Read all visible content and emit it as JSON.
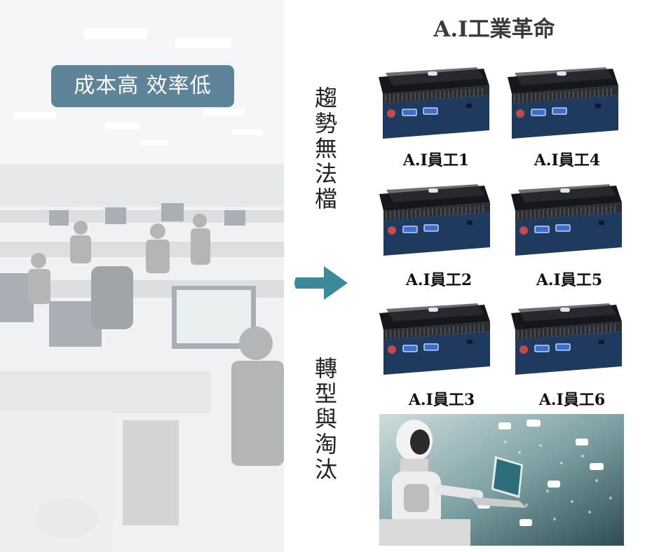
{
  "left_panel": {
    "badge_text": "成本高 效率低",
    "badge_color": "#5d8498",
    "photo_subject": "office-workers-photo"
  },
  "headline": "A.I工業革命",
  "arrow_color": "#3b8a99",
  "vertical_texts": {
    "top": "趨勢無法檔",
    "bottom": "轉型與淘汰"
  },
  "devices": [
    {
      "label": "A.I員工1"
    },
    {
      "label": "A.I員工4"
    },
    {
      "label": "A.I員工2"
    },
    {
      "label": "A.I員工5"
    },
    {
      "label": "A.I員工3"
    },
    {
      "label": "A.I員工6"
    }
  ],
  "device_colors": {
    "body": "#1f3a5f",
    "top": "#15171a",
    "usb": "#3a6fd0"
  },
  "robot_image": "robot-laptop-image"
}
